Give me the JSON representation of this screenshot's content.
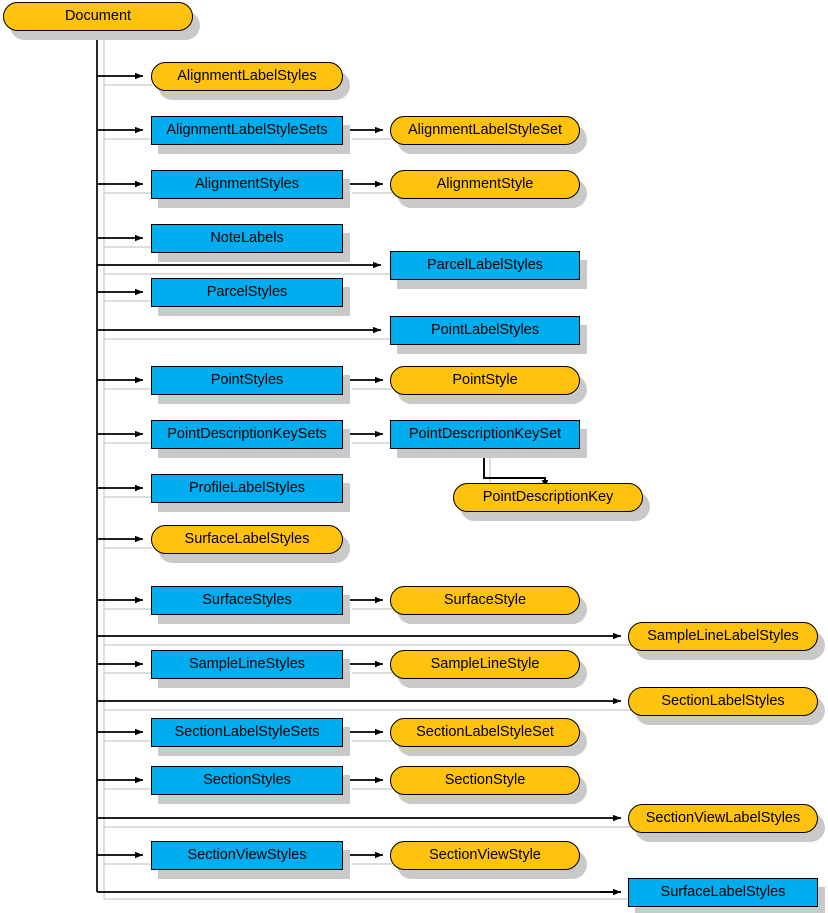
{
  "diagram": {
    "title": "Document",
    "type": "hierarchy-tree",
    "colors": {
      "collection_fill": "#00ADEF",
      "style_fill": "#FFC20E",
      "border": "#000000",
      "shadow": "#c9c9c9",
      "background": "#ffffff",
      "connector": "#000000"
    },
    "root": {
      "label": "Document",
      "shape": "round",
      "fill": "#FFC20E"
    },
    "columns": {
      "col1_label": "root",
      "col2_label": "collections",
      "col3_label": "members",
      "col4_label": "right-aligned collections"
    },
    "rows": [
      {
        "id": "r1",
        "col2": {
          "label": "AlignmentLabelStyles",
          "shape": "round"
        },
        "col3": null,
        "col4": null
      },
      {
        "id": "r2",
        "col2": {
          "label": "AlignmentLabelStyleSets",
          "shape": "rect"
        },
        "col3": {
          "label": "AlignmentLabelStyleSet",
          "shape": "round"
        },
        "col4": null
      },
      {
        "id": "r3",
        "col2": {
          "label": "AlignmentStyles",
          "shape": "rect"
        },
        "col3": {
          "label": "AlignmentStyle",
          "shape": "round"
        },
        "col4": null
      },
      {
        "id": "r4",
        "col2": {
          "label": "NoteLabels",
          "shape": "rect"
        },
        "col3": null,
        "col4": null
      },
      {
        "id": "r5",
        "col2": null,
        "col3": {
          "label": "ParcelLabelStyles",
          "shape": "rect"
        },
        "col4": null
      },
      {
        "id": "r6",
        "col2": {
          "label": "ParcelStyles",
          "shape": "rect"
        },
        "col3": null,
        "col4": null
      },
      {
        "id": "r7",
        "col2": null,
        "col3": {
          "label": "PointLabelStyles",
          "shape": "rect"
        },
        "col4": null
      },
      {
        "id": "r8",
        "col2": {
          "label": "PointStyles",
          "shape": "rect"
        },
        "col3": {
          "label": "PointStyle",
          "shape": "round"
        },
        "col4": null
      },
      {
        "id": "r9",
        "col2": {
          "label": "PointDescriptionKeySets",
          "shape": "rect"
        },
        "col3": {
          "label": "PointDescriptionKeySet",
          "shape": "rect"
        },
        "col4": null
      },
      {
        "id": "r10",
        "col2": {
          "label": "ProfileLabelStyles",
          "shape": "rect"
        },
        "col3": null,
        "col4": null
      },
      {
        "id": "r11",
        "col2": {
          "label": "SurfaceLabelStyles",
          "shape": "round"
        },
        "col3": null,
        "col4": null
      },
      {
        "id": "r12",
        "col2": {
          "label": "SurfaceStyles",
          "shape": "rect"
        },
        "col3": {
          "label": "SurfaceStyle",
          "shape": "round"
        },
        "col4": null
      },
      {
        "id": "r13",
        "col2": null,
        "col3": null,
        "col4": {
          "label": "SampleLineLabelStyles",
          "shape": "round"
        }
      },
      {
        "id": "r14",
        "col2": {
          "label": "SampleLineStyles",
          "shape": "rect"
        },
        "col3": {
          "label": "SampleLineStyle",
          "shape": "round"
        },
        "col4": null
      },
      {
        "id": "r15",
        "col2": null,
        "col3": null,
        "col4": {
          "label": "SectionLabelStyles",
          "shape": "round"
        }
      },
      {
        "id": "r16",
        "col2": {
          "label": "SectionLabelStyleSets",
          "shape": "rect"
        },
        "col3": {
          "label": "SectionLabelStyleSet",
          "shape": "round"
        },
        "col4": null
      },
      {
        "id": "r17",
        "col2": {
          "label": "SectionStyles",
          "shape": "rect"
        },
        "col3": {
          "label": "SectionStyle",
          "shape": "round"
        },
        "col4": null
      },
      {
        "id": "r18",
        "col2": null,
        "col3": null,
        "col4": {
          "label": "SectionViewLabelStyles",
          "shape": "round"
        }
      },
      {
        "id": "r19",
        "col2": {
          "label": "SectionViewStyles",
          "shape": "rect"
        },
        "col3": {
          "label": "SectionViewStyle",
          "shape": "round"
        },
        "col4": null
      },
      {
        "id": "r20",
        "col2": null,
        "col3": null,
        "col4": {
          "label": "SurfaceLabelStyles",
          "shape": "rect"
        }
      }
    ],
    "detached": [
      {
        "id": "d1",
        "label": "PointDescriptionKey",
        "shape": "round",
        "parent": "PointDescriptionKeySet"
      }
    ]
  }
}
